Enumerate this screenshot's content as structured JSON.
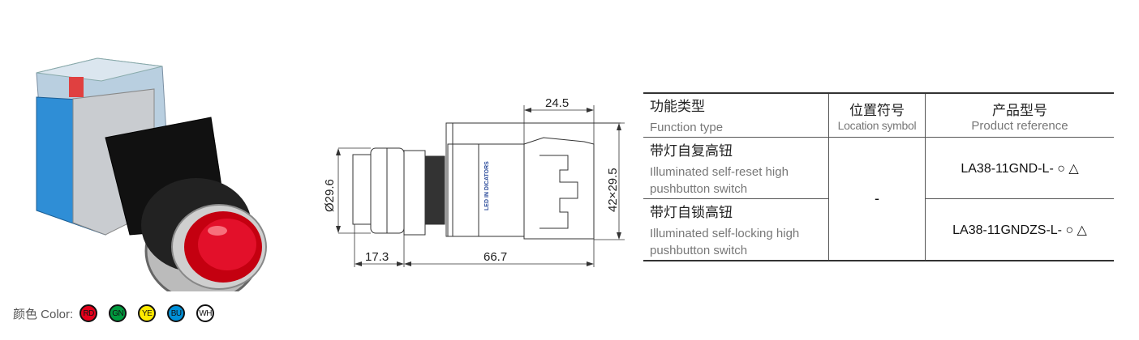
{
  "drawing": {
    "dim_top": "24.5",
    "dim_right": "42×29.5",
    "dim_left": "Ø29.6",
    "dim_bottom_left": "17.3",
    "dim_bottom_main": "66.7",
    "body_label": "LED IN DICATORS"
  },
  "table": {
    "headers": [
      {
        "zh": "功能类型",
        "en": "Function type"
      },
      {
        "zh": "位置符号",
        "en": "Location symbol"
      },
      {
        "zh": "产品型号",
        "en": "Product reference"
      }
    ],
    "location_symbol": "-",
    "rows": [
      {
        "zh": "带灯自复高钮",
        "en": "Illuminated self-reset high pushbutton switch",
        "model": "LA38-11GND-L- ○ △"
      },
      {
        "zh": "带灯自锁高钮",
        "en": "Illuminated self-locking high pushbutton switch",
        "model": "LA38-11GNDZS-L- ○ △"
      }
    ]
  },
  "colors": {
    "label": "颜色 Color:",
    "items": [
      {
        "code": "RD",
        "hex": "#e3001b"
      },
      {
        "code": "GN",
        "hex": "#009a3e"
      },
      {
        "code": "YE",
        "hex": "#ffea00"
      },
      {
        "code": "BU",
        "hex": "#0090d8"
      },
      {
        "code": "WH",
        "hex": "#ffffff"
      }
    ]
  }
}
